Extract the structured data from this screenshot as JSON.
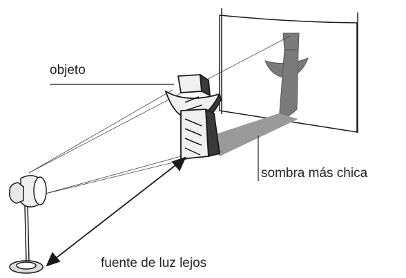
{
  "labels": {
    "object": "objeto",
    "shadow": "sombra más chica",
    "light_source": "fuente de luz lejos"
  },
  "colors": {
    "ink": "#1a1a1a",
    "shadow_fill": "#7a7a7a",
    "object_light": "#f0f0f0",
    "object_dark": "#3a3a3a"
  }
}
